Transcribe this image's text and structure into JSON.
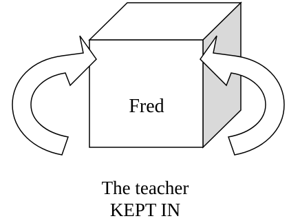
{
  "diagram": {
    "box_label": "Fred",
    "caption_line_1": "The teacher",
    "caption_line_2": "KEPT IN",
    "colors": {
      "stroke": "#000000",
      "front_face": "#ffffff",
      "top_face": "#ffffff",
      "side_face": "#d9d9d9",
      "arrow_fill": "#ffffff",
      "background": "#ffffff"
    },
    "icons": {
      "left_arrow": "curved-arrow-clockwise-icon",
      "right_arrow": "curved-arrow-counterclockwise-icon"
    }
  }
}
